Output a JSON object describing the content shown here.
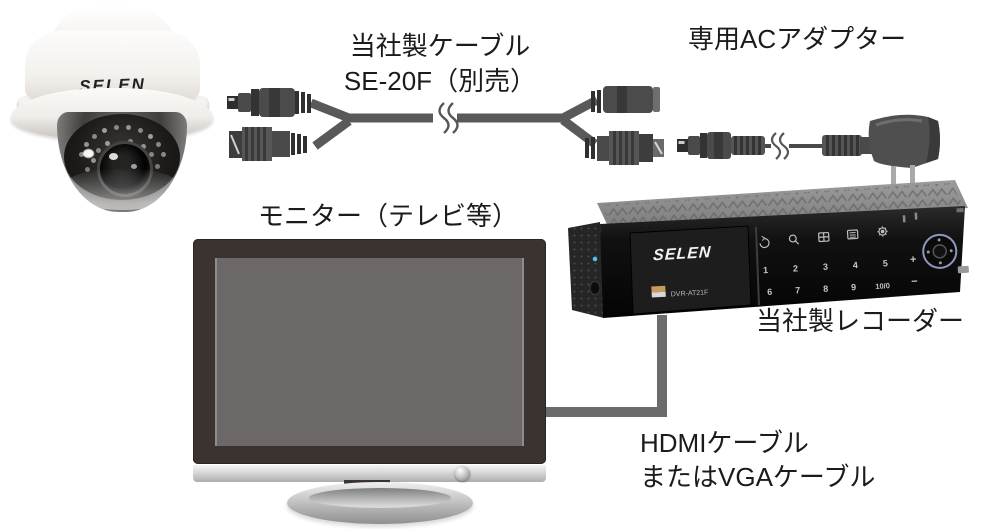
{
  "colors": {
    "text": "#1b1b1b",
    "cable_gray": "#595959",
    "hdmi_cable_gray": "#6b6b6b",
    "monitor_bezel": "#3a3330",
    "monitor_screen": "#6b6867",
    "dvr_body": "#121212",
    "led_blue": "#49c4e8"
  },
  "camera": {
    "brand": "SELEN"
  },
  "supplied_cable": {
    "label_line1": "当社製ケーブル",
    "label_line2": "SE-20F（別売）",
    "connectors": [
      "dc-plug",
      "bnc-left",
      "dc-jack",
      "bnc-right"
    ]
  },
  "ac_adapter": {
    "label": "専用ACアダプター"
  },
  "monitor": {
    "label": "モニター（テレビ等）"
  },
  "recorder": {
    "label": "当社製レコーダー",
    "brand": "SELEN",
    "model": "DVR-AT21F",
    "keys": [
      "1",
      "2",
      "3",
      "4",
      "5",
      "6",
      "7",
      "8",
      "9",
      "10/0"
    ],
    "plus": "+",
    "minus": "−",
    "icon_buttons": [
      "backup",
      "search",
      "display",
      "menu",
      "setup"
    ]
  },
  "hdmi_cable": {
    "label_line1": "HDMIケーブル",
    "label_line2": "またはVGAケーブル"
  }
}
